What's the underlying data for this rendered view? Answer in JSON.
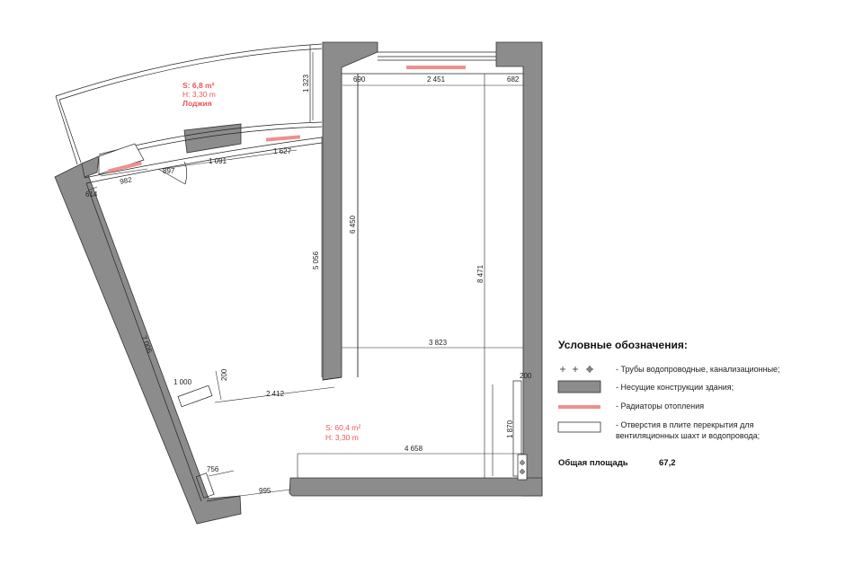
{
  "colors": {
    "wall": "#8c8c8c",
    "radiator": "#f08f8f",
    "room_label": "#e8565a",
    "line": "#222222"
  },
  "loggia": {
    "area": "S: 6,8 m²",
    "height": "H: 3,30 m",
    "name": "Лоджия"
  },
  "main_room": {
    "area": "S: 60,4 m²",
    "height": "H: 3,30 m"
  },
  "dimensions": {
    "loggia_depth": "1 323",
    "top_left": "690",
    "top_mid": "2 451",
    "top_right": "682",
    "opening_1": "982",
    "opening_2": "897",
    "opening_3": "1 091",
    "opening_4": "1 627",
    "small_left": "614",
    "vert_6450": "6 450",
    "vert_5056": "5 056",
    "vert_8471": "8 471",
    "diag_7006": "7 006",
    "width_3823": "3 823",
    "d_1000": "1 000",
    "d_200a": "200",
    "d_2412": "2 412",
    "d_200b": "200",
    "d_1870": "1 870",
    "d_4658": "4 658",
    "d_756": "756",
    "d_995": "995"
  },
  "legend": {
    "title": "Условные обозначения:",
    "items": [
      {
        "icon": "pipe-symbols-icon",
        "text": "- Трубы водопроводные, канализационные;"
      },
      {
        "icon": "load-bearing-wall-icon",
        "text": "- Несущие конструкции здания;"
      },
      {
        "icon": "radiator-icon",
        "text": "- Радиаторы отопления"
      },
      {
        "icon": "shaft-opening-icon",
        "text": "- Отверстия в плите перекрытия для",
        "text2": "вентиляционных шахт и водопровода;"
      }
    ],
    "total_label": "Общая площадь",
    "total_value": "67,2"
  }
}
